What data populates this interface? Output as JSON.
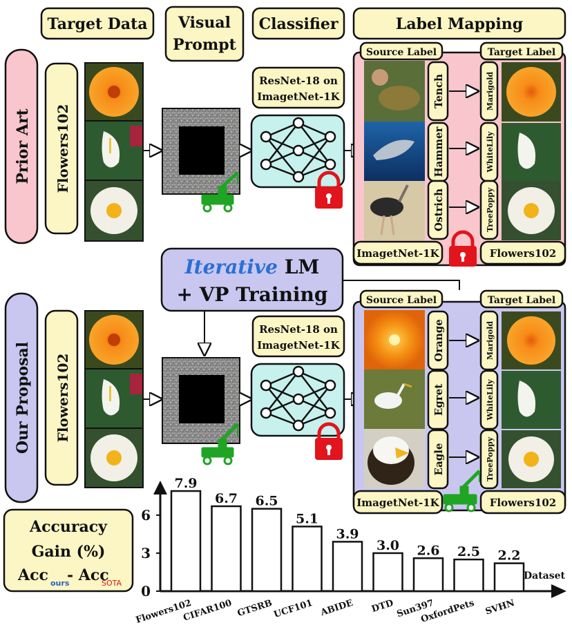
{
  "headers": {
    "target_data": "Target Data",
    "visual_prompt_line1": "Visual",
    "visual_prompt_line2": "Prompt",
    "classifier": "Classifier",
    "label_mapping": "Label Mapping"
  },
  "rows": {
    "prior_art": "Prior Art",
    "our_proposal": "Our Proposal"
  },
  "dataset_name": "Flowers102",
  "classifier_line1": "ResNet-18 on",
  "classifier_line2": "ImagetNet-1K",
  "source_label_title": "Source Label",
  "target_label_title": "Target Label",
  "source_dataset": "ImagetNet-1K",
  "target_dataset": "Flowers102",
  "prior_source_labels": [
    "Tench",
    "Hammer",
    "Ostrich"
  ],
  "proposal_source_labels": [
    "Orange",
    "Egret",
    "Eagle"
  ],
  "target_labels": [
    "Marigold",
    "WhiteLily",
    "TreePoppy"
  ],
  "iterative": {
    "italic": "Iterative",
    "rest_line1": " LM",
    "line2": "+ VP Training"
  },
  "gain_box": {
    "line1": "Accuracy",
    "line2": "Gain (%)",
    "acc": "Acc",
    "ours_sub": "ours",
    "dash": " - Acc",
    "sota_sub": "SOTA"
  },
  "colors": {
    "prior_fill": "#f8c6cc",
    "proposal_fill": "#c9c7f0",
    "header_fill": "#fbf6c4",
    "classifier_fill": "#c6f1ec",
    "iterative_blue": "#2a6fd6",
    "lock_red": "#e2141c",
    "crane_green": "#1fa523",
    "sub_ours": "#2a5fc0",
    "sub_sota": "#d61818"
  },
  "chart_data": {
    "type": "bar",
    "categories": [
      "Flowers102",
      "CIFAR100",
      "GTSRB",
      "UCF101",
      "ABIDE",
      "DTD",
      "Sun397",
      "OxfordPets",
      "SVHN"
    ],
    "values": [
      7.9,
      6.7,
      6.5,
      5.1,
      3.9,
      3.0,
      2.6,
      2.5,
      2.2
    ],
    "value_labels": [
      "7.9",
      "6.7",
      "6.5",
      "5.1",
      "3.9",
      "3.0",
      "2.6",
      "2.5",
      "2.2"
    ],
    "ylim": [
      0,
      8.5
    ],
    "yticks": [
      "0",
      "3",
      "6"
    ],
    "ytick_values": [
      0,
      3,
      6
    ],
    "xlabel": "Dataset"
  }
}
